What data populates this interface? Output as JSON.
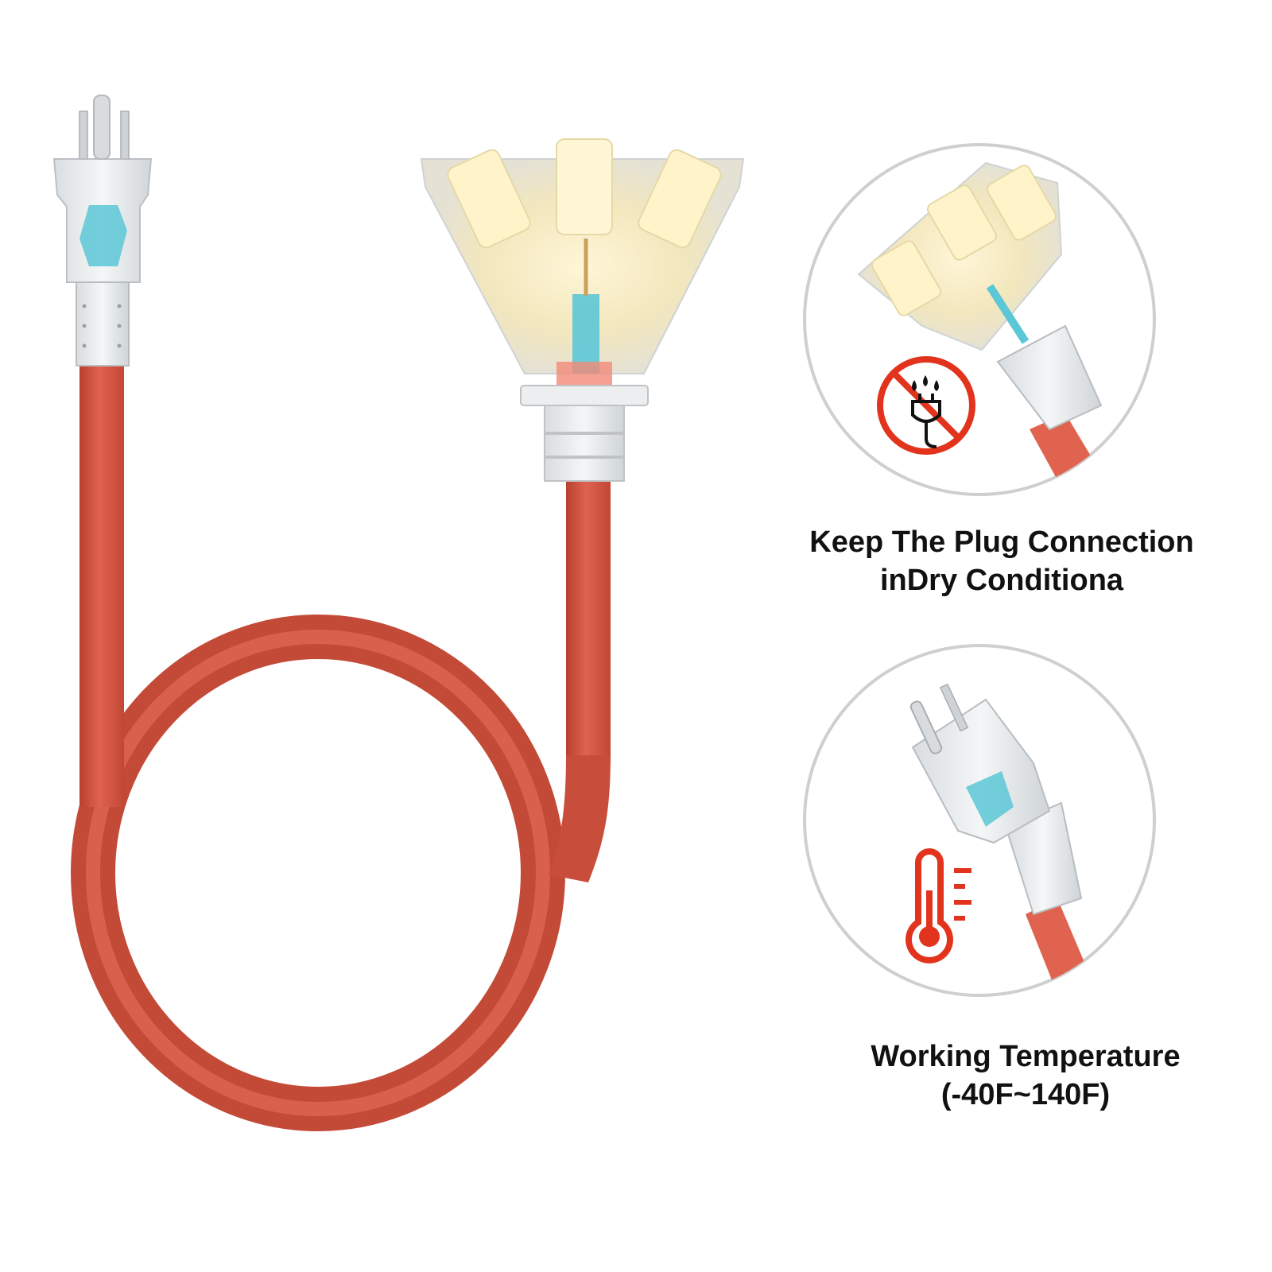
{
  "feature_1": {
    "line1": "Keep The Plug Connection",
    "line2": "inDry Conditiona",
    "icon": "no-water-on-plug-icon",
    "icon_color": "#e2341d"
  },
  "feature_2": {
    "line1": "Working Temperature",
    "line2": "(-40F~140F)",
    "icon": "thermometer-icon",
    "icon_color": "#e2341d"
  },
  "colors": {
    "cord": "#dc5a47",
    "cord_dark": "#b8402f",
    "accent_blue": "#5cc7d6",
    "circle_border": "#cfcfcf"
  }
}
